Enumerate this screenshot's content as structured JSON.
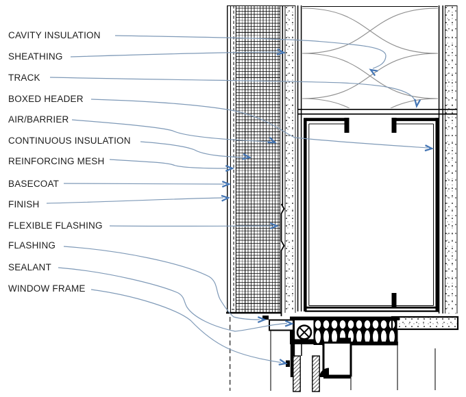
{
  "diagram": {
    "type": "architectural-wall-section-detail",
    "description": "EIFS wall assembly at window head",
    "callouts": [
      "CAVITY INSULATION",
      "SHEATHING",
      "TRACK",
      "BOXED HEADER",
      "AIR/BARRIER",
      "CONTINUOUS INSULATION",
      "REINFORCING MESH",
      "BASECOAT",
      "FINISH",
      "FLEXIBLE FLASHING",
      "FLASHING",
      "SEALANT",
      "WINDOW FRAME"
    ],
    "colors": {
      "leader_line": "#7e99b7",
      "arrow": "#4576b4",
      "linework": "#000000",
      "batt_curve": "#8f8f8f",
      "text": "#1c1c1c",
      "background": "#ffffff"
    }
  }
}
